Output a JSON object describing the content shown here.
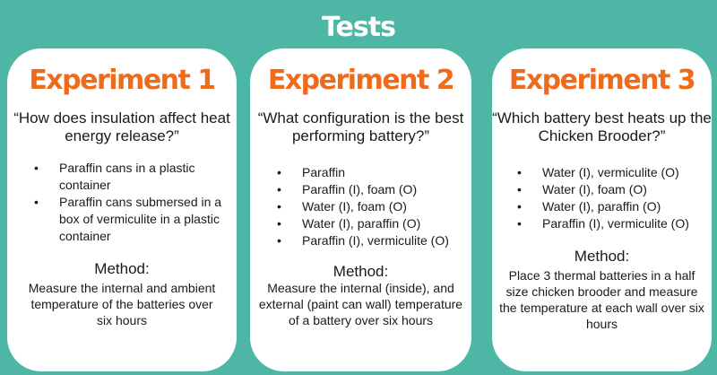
{
  "page": {
    "title": "Tests"
  },
  "experiments": [
    {
      "title": "Experiment 1",
      "question": "“How does insulation affect heat energy release?”",
      "bullets": [
        "Paraffin cans in a plastic container",
        "Paraffin cans submersed in a box of vermiculite in a plastic container"
      ],
      "method_label": "Method:",
      "method_text": "Measure the internal and ambient temperature of the batteries over six hours"
    },
    {
      "title": "Experiment 2",
      "question": "“What configuration is the best performing battery?”",
      "bullets": [
        "Paraffin",
        "Paraffin (I), foam (O)",
        "Water (I), foam (O)",
        "Water (I), paraffin (O)",
        "Paraffin (I), vermiculite (O)"
      ],
      "method_label": "Method:",
      "method_text": "Measure the internal (inside), and external (paint can wall) temperature of a battery over six hours"
    },
    {
      "title": "Experiment 3",
      "question": "“Which battery best heats up the Chicken Brooder?”",
      "bullets": [
        "Water (I), vermiculite (O)",
        "Water (I), foam (O)",
        "Water (I), paraffin (O)",
        "Paraffin (I), vermiculite (O)"
      ],
      "method_label": "Method:",
      "method_text": "Place 3 thermal batteries in a half size chicken brooder and measure the temperature at each wall over six hours"
    }
  ],
  "bullet_glyph": "•",
  "colors": {
    "background": "#4db6a5",
    "card": "#ffffff",
    "accent": "#ef6b1c",
    "title": "#ffffff",
    "text": "#1a1a1a"
  }
}
